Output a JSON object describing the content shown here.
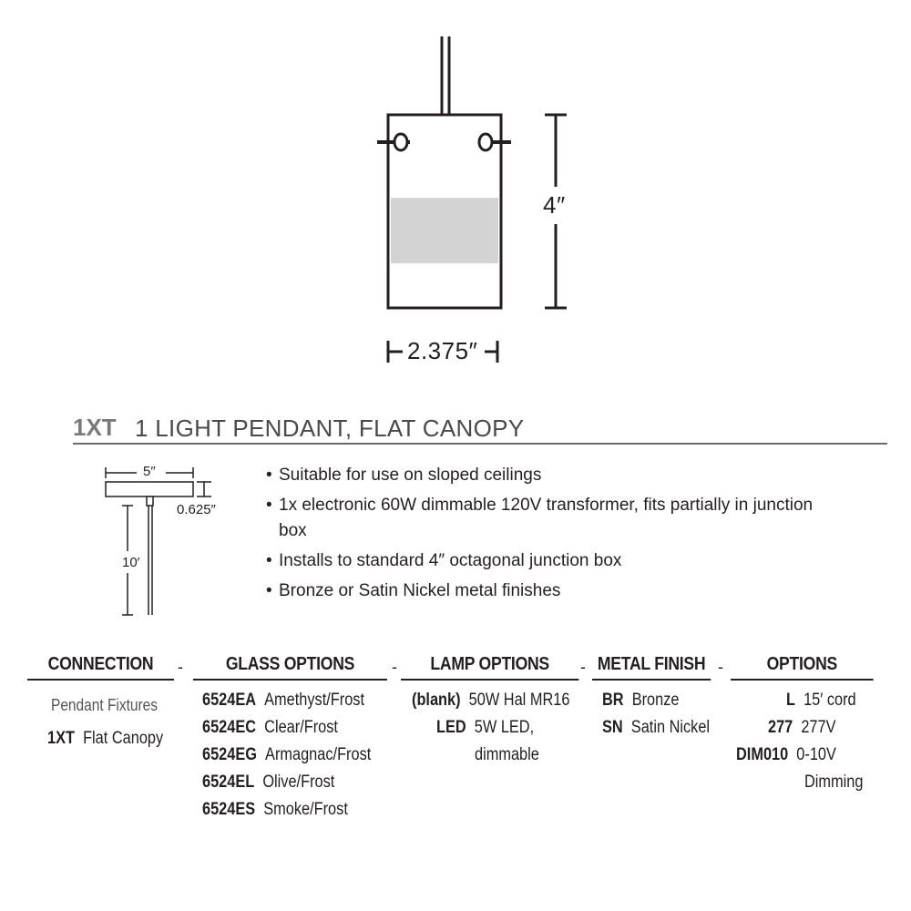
{
  "drawing": {
    "height_label": "4″",
    "width_label": "2.375″"
  },
  "product": {
    "code": "1XT",
    "title": "1 LIGHT PENDANT, FLAT CANOPY"
  },
  "canopy": {
    "width_label": "5″",
    "height_label": "0.625″",
    "cord_label": "10′"
  },
  "features": [
    "Suitable for use on sloped ceilings",
    "1x electronic 60W dimmable 120V transformer, fits partially in junction box",
    "Installs to standard 4″ octagonal junction box",
    "Bronze or Satin Nickel metal finishes"
  ],
  "ordering": {
    "separator": "-",
    "connection": {
      "heading": "CONNECTION",
      "subheading": "Pendant Fixtures",
      "items": [
        {
          "code": "1XT",
          "label": "Flat Canopy"
        }
      ]
    },
    "glass": {
      "heading": "GLASS OPTIONS",
      "items": [
        {
          "code": "6524EA",
          "label": "Amethyst/Frost"
        },
        {
          "code": "6524EC",
          "label": "Clear/Frost"
        },
        {
          "code": "6524EG",
          "label": "Armagnac/Frost"
        },
        {
          "code": "6524EL",
          "label": "Olive/Frost"
        },
        {
          "code": "6524ES",
          "label": "Smoke/Frost"
        }
      ]
    },
    "lamp": {
      "heading": "LAMP OPTIONS",
      "items": [
        {
          "code": "(blank)",
          "label": "50W Hal MR16"
        },
        {
          "code": "LED",
          "label": "5W LED,",
          "label2": "dimmable"
        }
      ]
    },
    "finish": {
      "heading": "METAL FINISH",
      "items": [
        {
          "code": "BR",
          "label": "Bronze"
        },
        {
          "code": "SN",
          "label": "Satin Nickel"
        }
      ]
    },
    "options": {
      "heading": "OPTIONS",
      "items": [
        {
          "code": "L",
          "label": "15′ cord"
        },
        {
          "code": "277",
          "label": "277V"
        },
        {
          "code": "DIM010",
          "label": "0-10V",
          "label2": "Dimming"
        }
      ]
    }
  }
}
